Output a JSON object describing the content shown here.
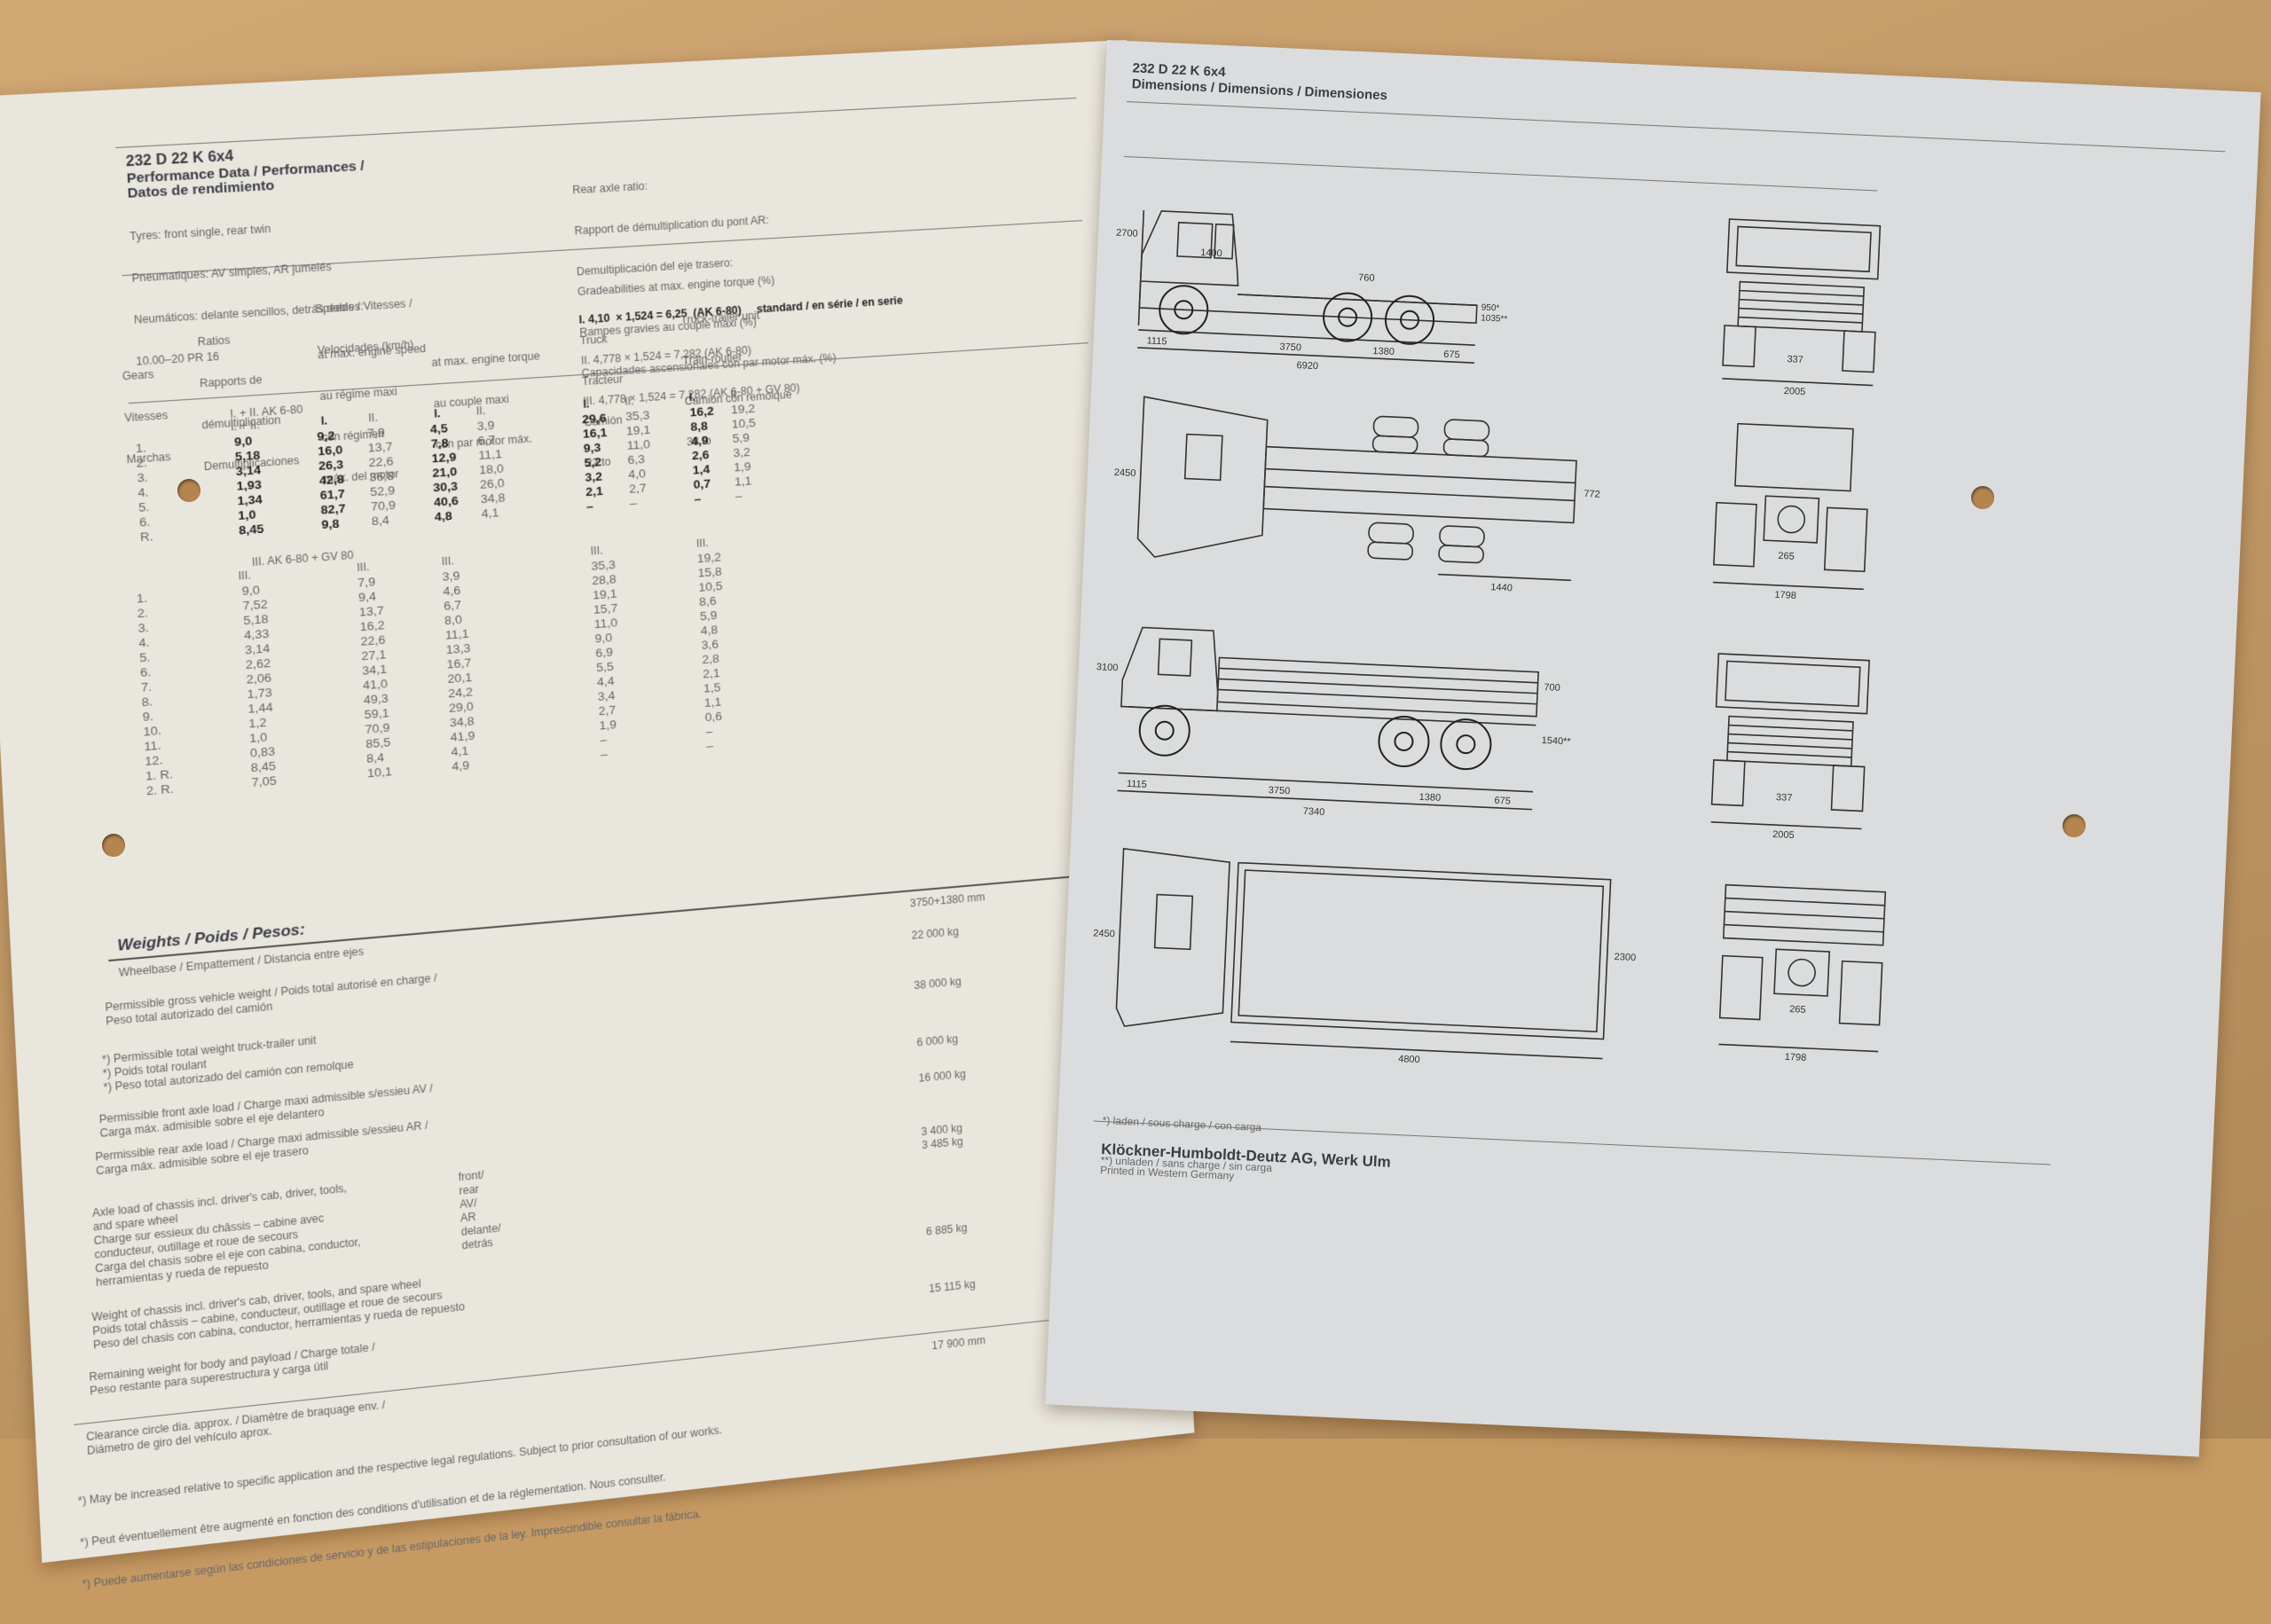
{
  "left_page": {
    "model": "232 D 22 K 6x4",
    "title_line1": "Performance Data / Performances /",
    "title_line2": "Datos de rendimiento",
    "tyres": [
      "Tyres: front single, rear twin",
      "Pneumatiques: AV simples, AR jumelés",
      "Neumáticos: delante sencillos, detrás dobles:",
      "10.00–20 PR 16"
    ],
    "rear_axle": {
      "label": [
        "Rear axle ratio:",
        "Rapport de démultiplication du pont AR:",
        "Demultiplicación del eje trasero:"
      ],
      "line1": "I. 4,10  × 1,524 = 6,25  (AK 6-80)",
      "line1_note": "standard / en série / en serie",
      "line2": "II. 4,778 × 1,524 = 7,282 (AK 6-80)",
      "line3": "III. 4,778 × 1,524 = 7,282 (AK 6-80 + GV 80)"
    },
    "headers": {
      "gears": [
        "Gears",
        "Vitesses",
        "Marchas"
      ],
      "ratios": [
        "Ratios",
        "Rapports de",
        "démultiplication",
        "Demultiplicaciones"
      ],
      "speeds": [
        "Speeds / Vitesses /",
        "Velocidades (km/h)"
      ],
      "at_max_speed": [
        "at max. engine speed",
        "au régime maxi",
        "con régimen",
        "máx. del motor"
      ],
      "at_max_torque": [
        "at max. engine torque",
        "au couple maxi",
        "con par motor máx."
      ],
      "gradeability": [
        "Gradeabilities at max. engine torque (%)",
        "Rampes gravies au couple maxi (%)",
        "Capacidades ascensionales con par motor máx. (%)"
      ],
      "truck": [
        "Truck",
        "Tracteur",
        "Camión",
        "22 to"
      ],
      "truck_trailer": [
        "Truck-trailer unit",
        "Train-routier",
        "Camión con remolque",
        "38 to"
      ]
    },
    "block1_label": "I. + II.  AK 6-80",
    "block1_sub": "I. + II.",
    "block1_roman": [
      "I.",
      "II.",
      "I.",
      "II.",
      "I.",
      "II.",
      "I.",
      "II."
    ],
    "block1": {
      "gears": [
        "1.",
        "2.",
        "3.",
        "4.",
        "5.",
        "6.",
        "R."
      ],
      "ratios": [
        "9,0",
        "5,18",
        "3,14",
        "1,93",
        "1,34",
        "1,0",
        "8,45"
      ],
      "speed_max_I": [
        "9,2",
        "16,0",
        "26,3",
        "42,8",
        "61,7",
        "82,7",
        "9,8"
      ],
      "speed_max_II": [
        "7,9",
        "13,7",
        "22,6",
        "36,8",
        "52,9",
        "70,9",
        "8,4"
      ],
      "speed_torque_I": [
        "4,5",
        "7,8",
        "12,9",
        "21,0",
        "30,3",
        "40,6",
        "4,8"
      ],
      "speed_torque_II": [
        "3,9",
        "6,7",
        "11,1",
        "18,0",
        "26,0",
        "34,8",
        "4,1"
      ],
      "truck_I": [
        "29,6",
        "16,1",
        "9,3",
        "5,2",
        "3,2",
        "2,1",
        "–"
      ],
      "truck_II": [
        "35,3",
        "19,1",
        "11,0",
        "6,3",
        "4,0",
        "2,7",
        "–"
      ],
      "trailer_I": [
        "16,2",
        "8,8",
        "4,9",
        "2,6",
        "1,4",
        "0,7",
        "–"
      ],
      "trailer_II": [
        "19,2",
        "10,5",
        "5,9",
        "3,2",
        "1,9",
        "1,1",
        "–"
      ]
    },
    "block2_label": "III. AK 6-80 + GV 80",
    "block2_roman": "III.",
    "block2": {
      "gears": [
        "1.",
        "2.",
        "3.",
        "4.",
        "5.",
        "6.",
        "7.",
        "8.",
        "9.",
        "10.",
        "11.",
        "12.",
        "1. R.",
        "2. R."
      ],
      "ratios": [
        "9,0",
        "7,52",
        "5,18",
        "4,33",
        "3,14",
        "2,62",
        "2,06",
        "1,73",
        "1,44",
        "1,2",
        "1,0",
        "0,83",
        "8,45",
        "7,05"
      ],
      "speed_max": [
        "7,9",
        "9,4",
        "13,7",
        "16,2",
        "22,6",
        "27,1",
        "34,1",
        "41,0",
        "49,3",
        "59,1",
        "70,9",
        "85,5",
        "8,4",
        "10,1"
      ],
      "speed_torque": [
        "3,9",
        "4,6",
        "6,7",
        "8,0",
        "11,1",
        "13,3",
        "16,7",
        "20,1",
        "24,2",
        "29,0",
        "34,8",
        "41,9",
        "4,1",
        "4,9"
      ],
      "truck": [
        "35,3",
        "28,8",
        "19,1",
        "15,7",
        "11,0",
        "9,0",
        "6,9",
        "5,5",
        "4,4",
        "3,4",
        "2,7",
        "1,9",
        "–",
        "–"
      ],
      "trailer": [
        "19,2",
        "15,8",
        "10,5",
        "8,6",
        "5,9",
        "4,8",
        "3,6",
        "2,8",
        "2,1",
        "1,5",
        "1,1",
        "0,6",
        "–",
        "–"
      ]
    },
    "weights_title": "Weights / Poids / Pesos:",
    "weights": [
      {
        "label": "Wheelbase / Empattement / Distancia entre ejes",
        "value": "3750+1380 mm"
      },
      {
        "label": "Permissible gross vehicle weight / Poids total autorisé en charge /\nPeso total autorizado del camión",
        "value": "22 000 kg"
      },
      {
        "label": "*) Permissible total weight truck-trailer unit\n*) Poids total roulant\n*) Peso total autorizado del camión con remolque",
        "value": "38 000 kg"
      },
      {
        "label": "Permissible front axle load / Charge maxi admissible s/essieu AV /\nCarga máx. admisible sobre el eje delantero",
        "value": "6 000 kg"
      },
      {
        "label": "Permissible rear axle load / Charge maxi admissible s/essieu AR /\nCarga máx. admisible sobre el eje trasero",
        "value": "16 000 kg"
      },
      {
        "label": "Axle load of chassis incl. driver's cab, driver, tools,\nand spare wheel\nCharge sur essieux du châssis – cabine avec\nconducteur, outillage et roue de secours\nCarga del chasis sobre el eje con cabina, conductor,\nherramientas y rueda de repuesto",
        "axles": "front/\nrear\nAV/\nAR\ndelante/\ndetrás",
        "value": "3 400 kg\n3 485 kg"
      },
      {
        "label": "Weight of chassis incl. driver's cab, driver, tools, and spare wheel\nPoids total châssis – cabine, conducteur, outillage et roue de secours\nPeso del chasis con cabina, conductor, herramientas y rueda de repuesto",
        "value": "6 885 kg"
      },
      {
        "label": "Remaining weight for body and payload / Charge totale /\nPeso restante para superestructura y carga útil",
        "value": "15 115 kg"
      },
      {
        "label": "Clearance circle dia. approx. / Diamètre de braquage env. /\nDiámetro de giro del vehículo aprox.",
        "value": "17 900 mm"
      }
    ],
    "footnote": [
      "*) May be increased relative to specific application and the respective legal regulations. Subject to prior consultation of our works.",
      "*) Peut éventuellement être augmenté en fonction des conditions d'utilisation et de la réglementation. Nous consulter.",
      "*) Puede aumentarse según las condiciones de servicio y de las estipulaciones de la ley. Imprescindible consultar la fábrica."
    ]
  },
  "right_page": {
    "model": "232 D 22 K 6x4",
    "title": "Dimensions / Dimensions / Dimensiones",
    "dims_side1": {
      "cab_height": "2700",
      "cab_dim": "1400",
      "d760": "760",
      "wb1": "3750",
      "overall": "6920",
      "wb2": "1380",
      "rear": "675",
      "front": "1115",
      "h1": "950*",
      "h2": "1035**"
    },
    "dims_front1": {
      "track": "337",
      "width": "2005"
    },
    "dims_top1": {
      "width": "2450",
      "frame": "772",
      "rear": "1440"
    },
    "dims_rear1": {
      "inner": "265",
      "track": "1798"
    },
    "dims_side2": {
      "height": "3100",
      "side": "700",
      "h": "1540**",
      "front": "1115",
      "wb1": "3750",
      "overall": "7340",
      "wb2": "1380",
      "rear": "675"
    },
    "dims_front2": {
      "track": "337",
      "width": "2005"
    },
    "dims_top2": {
      "width": "2450",
      "body_w": "2300",
      "body_l": "4800"
    },
    "dims_rear2": {
      "inner": "265",
      "track": "1798"
    },
    "notes": [
      "*) laden / sous charge / con carga",
      "**) unladen / sans charge / sin carga"
    ],
    "company": "Klöckner-Humboldt-Deutz AG, Werk Ulm",
    "printed": "Printed in Western Germany"
  },
  "colors": {
    "board": "#c79a63",
    "left_paper": "#e9e6de",
    "right_paper": "#dadcdd",
    "ink": "#3a3d44"
  }
}
